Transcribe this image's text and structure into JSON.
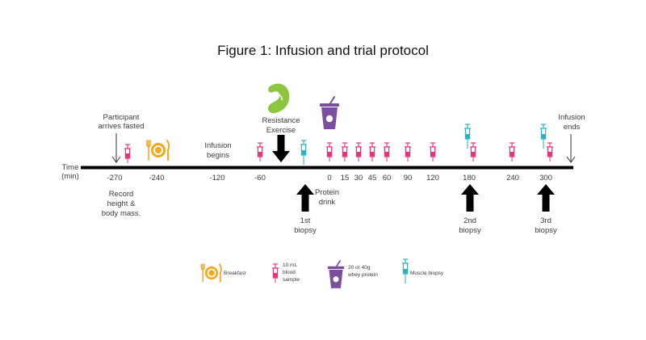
{
  "title": "Figure 1: Infusion and trial protocol",
  "axis": {
    "label_line1": "Time",
    "label_line2": "(min)",
    "ticks": [
      "-270",
      "-240",
      "-120",
      "-60",
      "0",
      "15",
      "30",
      "45",
      "60",
      "90",
      "120",
      "180",
      "240",
      "300"
    ]
  },
  "events": {
    "participant_line1": "Participant",
    "participant_line2": "arrives fasted",
    "infusion_begins_line1": "Infusion",
    "infusion_begins_line2": "begins",
    "resistance_line1": "Resistance",
    "resistance_line2": "Exercise",
    "infusion_ends_line1": "Infusion",
    "infusion_ends_line2": "ends",
    "record_line1": "Record",
    "record_line2": "height &",
    "record_line3": "body mass.",
    "protein_line1": "Protein",
    "protein_line2": "drink",
    "biopsy1_line1": "1st",
    "biopsy1_line2": "biopsy",
    "biopsy2_line1": "2nd",
    "biopsy2_line2": "biopsy",
    "biopsy3_line1": "3rd",
    "biopsy3_line2": "biopsy"
  },
  "legend": {
    "breakfast": "Breakfast",
    "blood_line1": "10 mL",
    "blood_line2": "blood",
    "blood_line3": "sample",
    "protein_line1": "20 or 40g",
    "protein_line2": "whey protein",
    "muscle": "Muscle biopsy"
  },
  "colors": {
    "blood_syringe": "#e8337a",
    "muscle_syringe": "#2bb3c0",
    "breakfast": "#f2a81d",
    "protein_cup": "#7b4f9e",
    "exercise": "#8cc63f",
    "timeline": "#000000"
  },
  "icons": [
    "breakfast-icon",
    "blood-syringe-icon",
    "muscle-syringe-icon",
    "protein-cup-icon",
    "flexed-arm-icon",
    "down-arrow-icon",
    "up-arrow-icon"
  ]
}
